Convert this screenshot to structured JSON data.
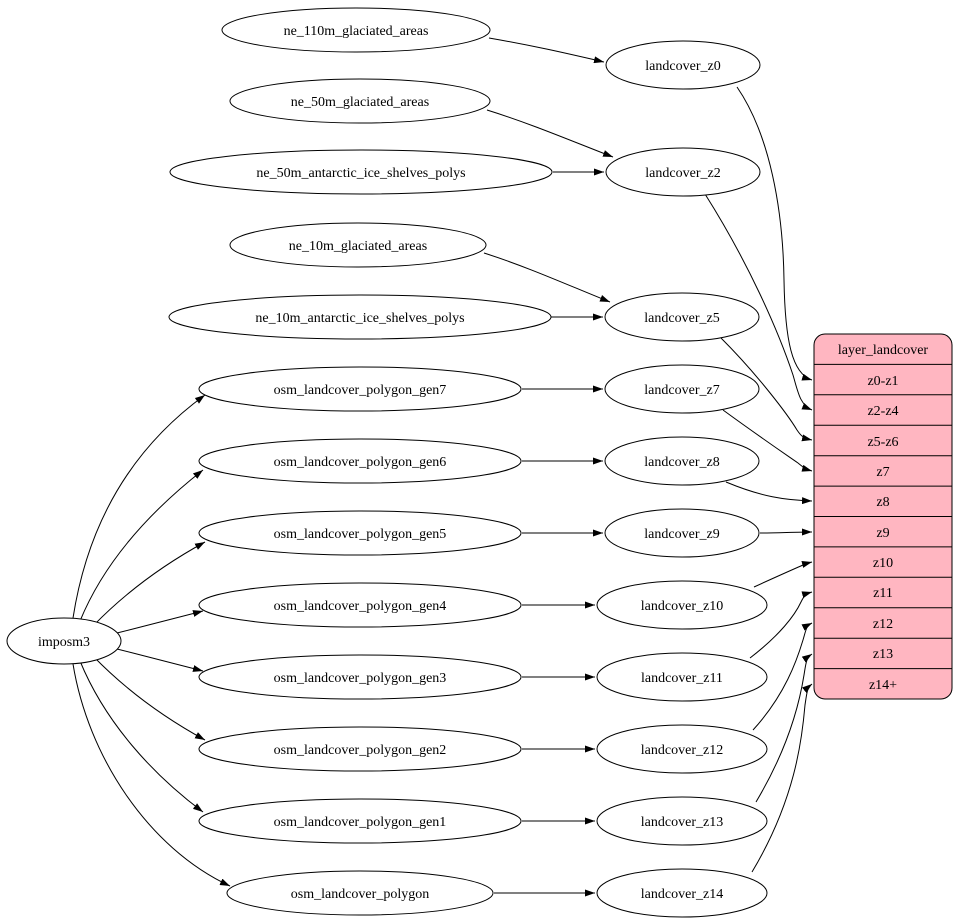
{
  "graph": {
    "colors": {
      "background": "#ffffff",
      "node_fill": "#ffffff",
      "stroke": "#000000",
      "layer_table_fill": "#ffb6c1"
    },
    "importer": {
      "id": "imposm3",
      "label": "imposm3"
    },
    "sources": [
      {
        "id": "ne_110m_glaciated_areas",
        "label": "ne_110m_glaciated_areas"
      },
      {
        "id": "ne_50m_glaciated_areas",
        "label": "ne_50m_glaciated_areas"
      },
      {
        "id": "ne_50m_antarctic_ice_shelves_polys",
        "label": "ne_50m_antarctic_ice_shelves_polys"
      },
      {
        "id": "ne_10m_glaciated_areas",
        "label": "ne_10m_glaciated_areas"
      },
      {
        "id": "ne_10m_antarctic_ice_shelves_polys",
        "label": "ne_10m_antarctic_ice_shelves_polys"
      },
      {
        "id": "osm_landcover_polygon_gen7",
        "label": "osm_landcover_polygon_gen7"
      },
      {
        "id": "osm_landcover_polygon_gen6",
        "label": "osm_landcover_polygon_gen6"
      },
      {
        "id": "osm_landcover_polygon_gen5",
        "label": "osm_landcover_polygon_gen5"
      },
      {
        "id": "osm_landcover_polygon_gen4",
        "label": "osm_landcover_polygon_gen4"
      },
      {
        "id": "osm_landcover_polygon_gen3",
        "label": "osm_landcover_polygon_gen3"
      },
      {
        "id": "osm_landcover_polygon_gen2",
        "label": "osm_landcover_polygon_gen2"
      },
      {
        "id": "osm_landcover_polygon_gen1",
        "label": "osm_landcover_polygon_gen1"
      },
      {
        "id": "osm_landcover_polygon",
        "label": "osm_landcover_polygon"
      }
    ],
    "generalized": [
      {
        "id": "landcover_z0",
        "label": "landcover_z0"
      },
      {
        "id": "landcover_z2",
        "label": "landcover_z2"
      },
      {
        "id": "landcover_z5",
        "label": "landcover_z5"
      },
      {
        "id": "landcover_z7",
        "label": "landcover_z7"
      },
      {
        "id": "landcover_z8",
        "label": "landcover_z8"
      },
      {
        "id": "landcover_z9",
        "label": "landcover_z9"
      },
      {
        "id": "landcover_z10",
        "label": "landcover_z10"
      },
      {
        "id": "landcover_z11",
        "label": "landcover_z11"
      },
      {
        "id": "landcover_z12",
        "label": "landcover_z12"
      },
      {
        "id": "landcover_z13",
        "label": "landcover_z13"
      },
      {
        "id": "landcover_z14",
        "label": "landcover_z14"
      }
    ],
    "layer_table": {
      "title": "layer_landcover",
      "fill": "#ffb6c1",
      "rows": [
        {
          "label": "z0-z1"
        },
        {
          "label": "z2-z4"
        },
        {
          "label": "z5-z6"
        },
        {
          "label": "z7"
        },
        {
          "label": "z8"
        },
        {
          "label": "z9"
        },
        {
          "label": "z10"
        },
        {
          "label": "z11"
        },
        {
          "label": "z12"
        },
        {
          "label": "z13"
        },
        {
          "label": "z14+"
        }
      ]
    },
    "edges": [
      {
        "from": "imposm3",
        "to": "osm_landcover_polygon_gen7"
      },
      {
        "from": "imposm3",
        "to": "osm_landcover_polygon_gen6"
      },
      {
        "from": "imposm3",
        "to": "osm_landcover_polygon_gen5"
      },
      {
        "from": "imposm3",
        "to": "osm_landcover_polygon_gen4"
      },
      {
        "from": "imposm3",
        "to": "osm_landcover_polygon_gen3"
      },
      {
        "from": "imposm3",
        "to": "osm_landcover_polygon_gen2"
      },
      {
        "from": "imposm3",
        "to": "osm_landcover_polygon_gen1"
      },
      {
        "from": "imposm3",
        "to": "osm_landcover_polygon"
      },
      {
        "from": "ne_110m_glaciated_areas",
        "to": "landcover_z0"
      },
      {
        "from": "ne_50m_glaciated_areas",
        "to": "landcover_z2"
      },
      {
        "from": "ne_50m_antarctic_ice_shelves_polys",
        "to": "landcover_z2"
      },
      {
        "from": "ne_10m_glaciated_areas",
        "to": "landcover_z5"
      },
      {
        "from": "ne_10m_antarctic_ice_shelves_polys",
        "to": "landcover_z5"
      },
      {
        "from": "osm_landcover_polygon_gen7",
        "to": "landcover_z7"
      },
      {
        "from": "osm_landcover_polygon_gen6",
        "to": "landcover_z8"
      },
      {
        "from": "osm_landcover_polygon_gen5",
        "to": "landcover_z9"
      },
      {
        "from": "osm_landcover_polygon_gen4",
        "to": "landcover_z10"
      },
      {
        "from": "osm_landcover_polygon_gen3",
        "to": "landcover_z11"
      },
      {
        "from": "osm_landcover_polygon_gen2",
        "to": "landcover_z12"
      },
      {
        "from": "osm_landcover_polygon_gen1",
        "to": "landcover_z13"
      },
      {
        "from": "osm_landcover_polygon",
        "to": "landcover_z14"
      },
      {
        "from": "landcover_z0",
        "to": "layer_landcover:z0-z1"
      },
      {
        "from": "landcover_z2",
        "to": "layer_landcover:z2-z4"
      },
      {
        "from": "landcover_z5",
        "to": "layer_landcover:z5-z6"
      },
      {
        "from": "landcover_z7",
        "to": "layer_landcover:z7"
      },
      {
        "from": "landcover_z8",
        "to": "layer_landcover:z8"
      },
      {
        "from": "landcover_z9",
        "to": "layer_landcover:z9"
      },
      {
        "from": "landcover_z10",
        "to": "layer_landcover:z10"
      },
      {
        "from": "landcover_z11",
        "to": "layer_landcover:z11"
      },
      {
        "from": "landcover_z12",
        "to": "layer_landcover:z12"
      },
      {
        "from": "landcover_z13",
        "to": "layer_landcover:z13"
      },
      {
        "from": "landcover_z14",
        "to": "layer_landcover:z14+"
      }
    ]
  }
}
